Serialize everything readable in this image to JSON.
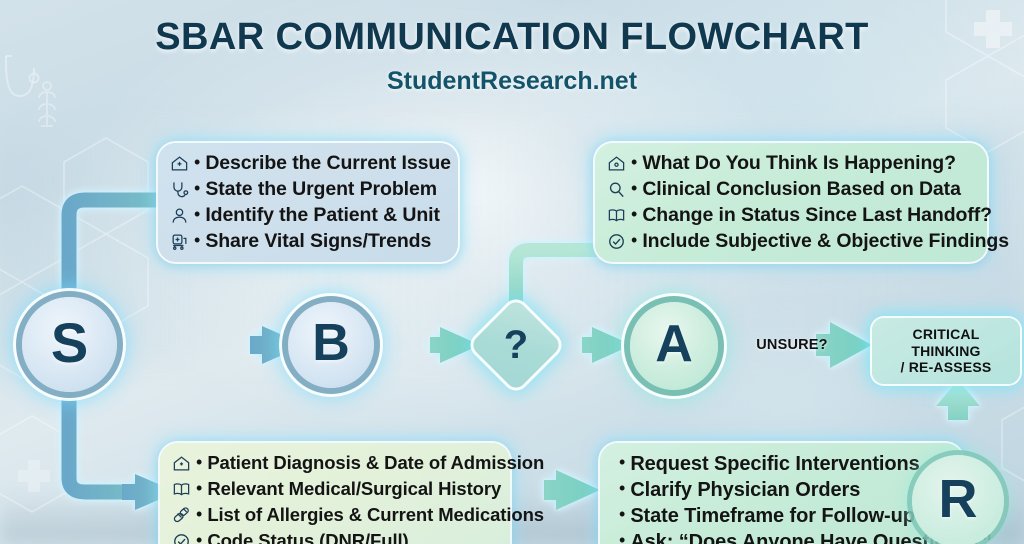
{
  "header": {
    "title": "SBAR COMMUNICATION FLOWCHART",
    "subtitle": "StudentResearch.net"
  },
  "nodes": {
    "s": "S",
    "b": "B",
    "q": "?",
    "a": "A",
    "r": "R"
  },
  "labels": {
    "unsure": "UNSURE?",
    "critical_line1": "CRITICAL THINKING",
    "critical_line2": "/ RE-ASSESS"
  },
  "boxes": {
    "situation": {
      "items": [
        {
          "icon": "hospital-icon",
          "text": "Describe the Current Issue"
        },
        {
          "icon": "stethoscope-icon",
          "text": "State the Urgent Problem"
        },
        {
          "icon": "person-icon",
          "text": "Identify the Patient & Unit"
        },
        {
          "icon": "medical-cart-icon",
          "text": "Share Vital Signs/Trends"
        }
      ]
    },
    "assessment": {
      "items": [
        {
          "icon": "hospital-icon",
          "text": "What Do You Think Is Happening?"
        },
        {
          "icon": "magnifier-icon",
          "text": "Clinical Conclusion Based on Data"
        },
        {
          "icon": "book-icon",
          "text": "Change in Status Since Last Handoff?"
        },
        {
          "icon": "check-circle-icon",
          "text": "Include Subjective & Objective Findings"
        }
      ]
    },
    "background": {
      "items": [
        {
          "icon": "hospital-icon",
          "text": "Patient Diagnosis & Date of Admission"
        },
        {
          "icon": "book-icon",
          "text": "Relevant Medical/Surgical History"
        },
        {
          "icon": "pills-icon",
          "text": "List of Allergies & Current Medications"
        },
        {
          "icon": "check-circle-icon",
          "text": "Code Status (DNR/Full)"
        }
      ]
    },
    "recommendation": {
      "items": [
        {
          "icon": "",
          "text": "Request Specific Interventions"
        },
        {
          "icon": "",
          "text": "Clarify Physician Orders"
        },
        {
          "icon": "",
          "text": "State Timeframe for Follow-up"
        },
        {
          "icon": "",
          "text": "Ask: “Does Anyone Have Questions?”"
        }
      ]
    }
  },
  "colors": {
    "title": "#10384f",
    "subtitle": "#13546b",
    "box_blue": "#cfe2ef",
    "box_mint": "#c6ecd8",
    "box_cream": "#e3f1da",
    "node_text": "#16415c",
    "arrow_blue": "#5f9fc2",
    "arrow_green": "#77cfc0",
    "glow_cyan": "#8ce1ff"
  }
}
